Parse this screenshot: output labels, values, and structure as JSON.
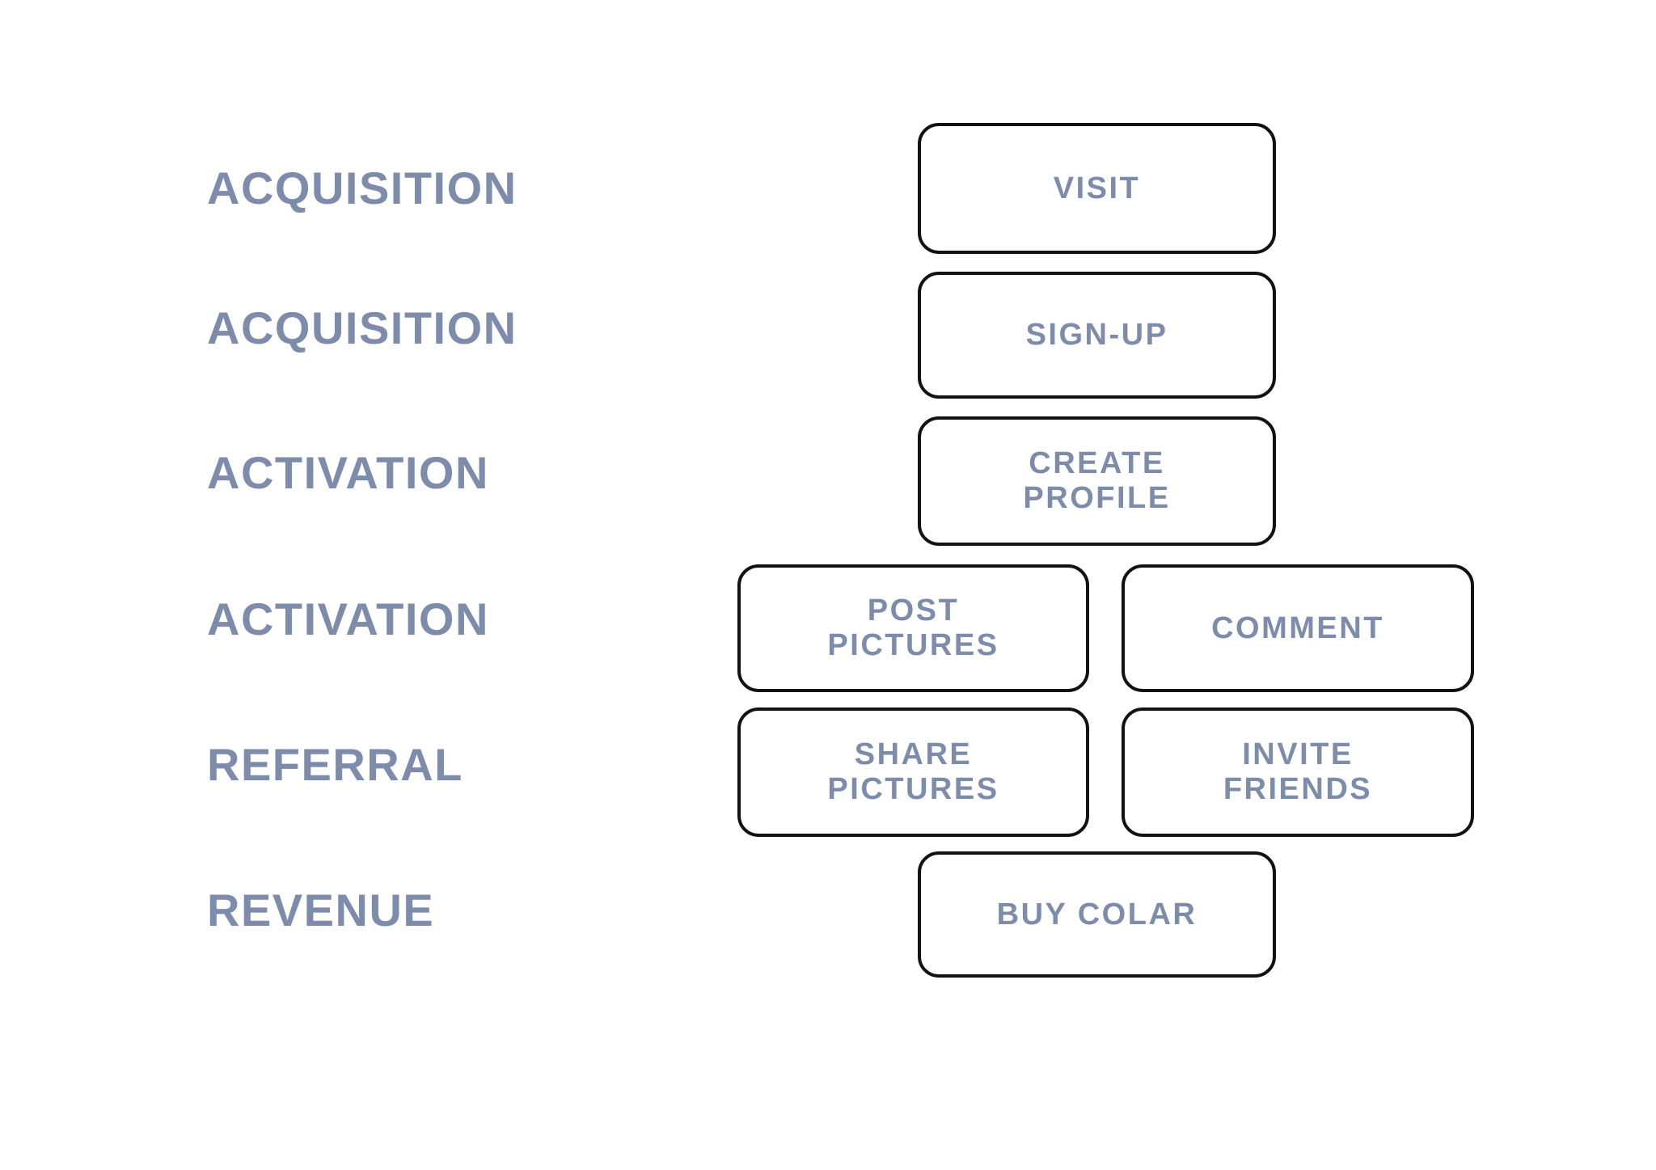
{
  "diagram": {
    "type": "funnel-stage-diagram",
    "title": "",
    "colors": {
      "text_accent": "#7d8cab",
      "box_border": "#121212",
      "background": "#ffffff"
    },
    "stages": [
      {
        "label": "ACQUISITION"
      },
      {
        "label": "ACQUISITION"
      },
      {
        "label": "ACTIVATION"
      },
      {
        "label": "ACTIVATION"
      },
      {
        "label": "REFERRAL"
      },
      {
        "label": "REVENUE"
      }
    ],
    "rows": [
      {
        "stage": "ACQUISITION",
        "layout": "single",
        "boxes": [
          {
            "label": "VISIT"
          }
        ]
      },
      {
        "stage": "ACQUISITION",
        "layout": "single",
        "boxes": [
          {
            "label": "SIGN-UP"
          }
        ]
      },
      {
        "stage": "ACTIVATION",
        "layout": "single",
        "boxes": [
          {
            "label": "CREATE\nPROFILE"
          }
        ]
      },
      {
        "stage": "ACTIVATION",
        "layout": "double",
        "boxes": [
          {
            "label": "POST\nPICTURES"
          },
          {
            "label": "COMMENT"
          }
        ]
      },
      {
        "stage": "REFERRAL",
        "layout": "double",
        "boxes": [
          {
            "label": "SHARE\nPICTURES"
          },
          {
            "label": "INVITE\nFRIENDS"
          }
        ]
      },
      {
        "stage": "REVENUE",
        "layout": "single",
        "boxes": [
          {
            "label": "BUY COLAR"
          }
        ]
      }
    ]
  }
}
